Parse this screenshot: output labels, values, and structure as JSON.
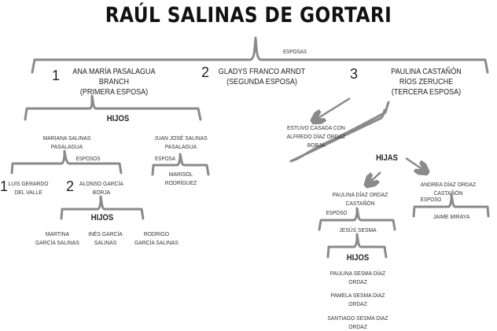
{
  "title": "RAÚL SALINAS DE GORTARI",
  "esposas_label": "ESPOSAS",
  "wives": [
    {
      "number": "1",
      "name1": "ANA MARÍA PASALAGUA",
      "name2": "BRANCH",
      "role": "(PRIMERA ESPOSA)"
    },
    {
      "number": "2",
      "name1": "GLADYS FRANCO ARNDT",
      "role": "(SEGUNDA ESPOSA)"
    },
    {
      "number": "3",
      "name1": "PAULINA CASTAÑÓN",
      "name2": "RÍOS ZERUCHE",
      "role": "(TERCERA ESPOSA)"
    }
  ],
  "branch1": {
    "hijos_label": "HIJOS",
    "mariana": {
      "line1": "MARIANA SALINAS",
      "line2": "PASALAGUA",
      "esposos_label": "ESPOSOS",
      "spouses": [
        {
          "number": "1",
          "line1": "LUIS GERARDO",
          "line2": "DEL VALLE"
        },
        {
          "number": "2",
          "line1": "ALONSO GARCÍA",
          "line2": "BORJA"
        }
      ],
      "hijos_label": "HIJOS",
      "children": [
        {
          "line1": "MARTINA",
          "line2": "GARCÍA SALINAS"
        },
        {
          "line1": "INÉS GARCÍA",
          "line2": "SALINAS"
        },
        {
          "line1": "RODRIGO",
          "line2": "GARCÍA SALINAS"
        }
      ]
    },
    "juan_jose": {
      "line1": "JUAN JOSÉ SALINAS",
      "line2": "PASALAGUA",
      "esposa_label": "ESPOSA",
      "spouse": {
        "line1": "MARISOL",
        "line2": "RODRÍGUEZ"
      }
    }
  },
  "branch3": {
    "prior_marriage": {
      "line1": "ESTUVO CASADA CON",
      "line2": "ALFREDO DÍAZ ORDAZ",
      "line3": "BORJA"
    },
    "hijas_label": "HIJAS",
    "paulina": {
      "line1": "PAULINA DÍAZ ORDAZ",
      "line2": "CASTAÑÓN",
      "esposo_label": "ESPOSO",
      "spouse": "JESÚS SESMA",
      "hijos_label": "HIJOS",
      "children": [
        {
          "line1": "PAULINA SESMA DÍAZ",
          "line2": "ORDAZ"
        },
        {
          "line1": "PAMELA SESMA DIAZ",
          "line2": "ORDAZ"
        },
        {
          "line1": "SANTIAGO SESMA DIAZ",
          "line2": "ORDAZ"
        }
      ]
    },
    "andrea": {
      "line1": "ANDREA DÍAZ ORDAZ",
      "line2": "CASTAÑÓN",
      "esposo_label": "ESPOSO",
      "spouse": "JAIME MIRAYA"
    }
  }
}
